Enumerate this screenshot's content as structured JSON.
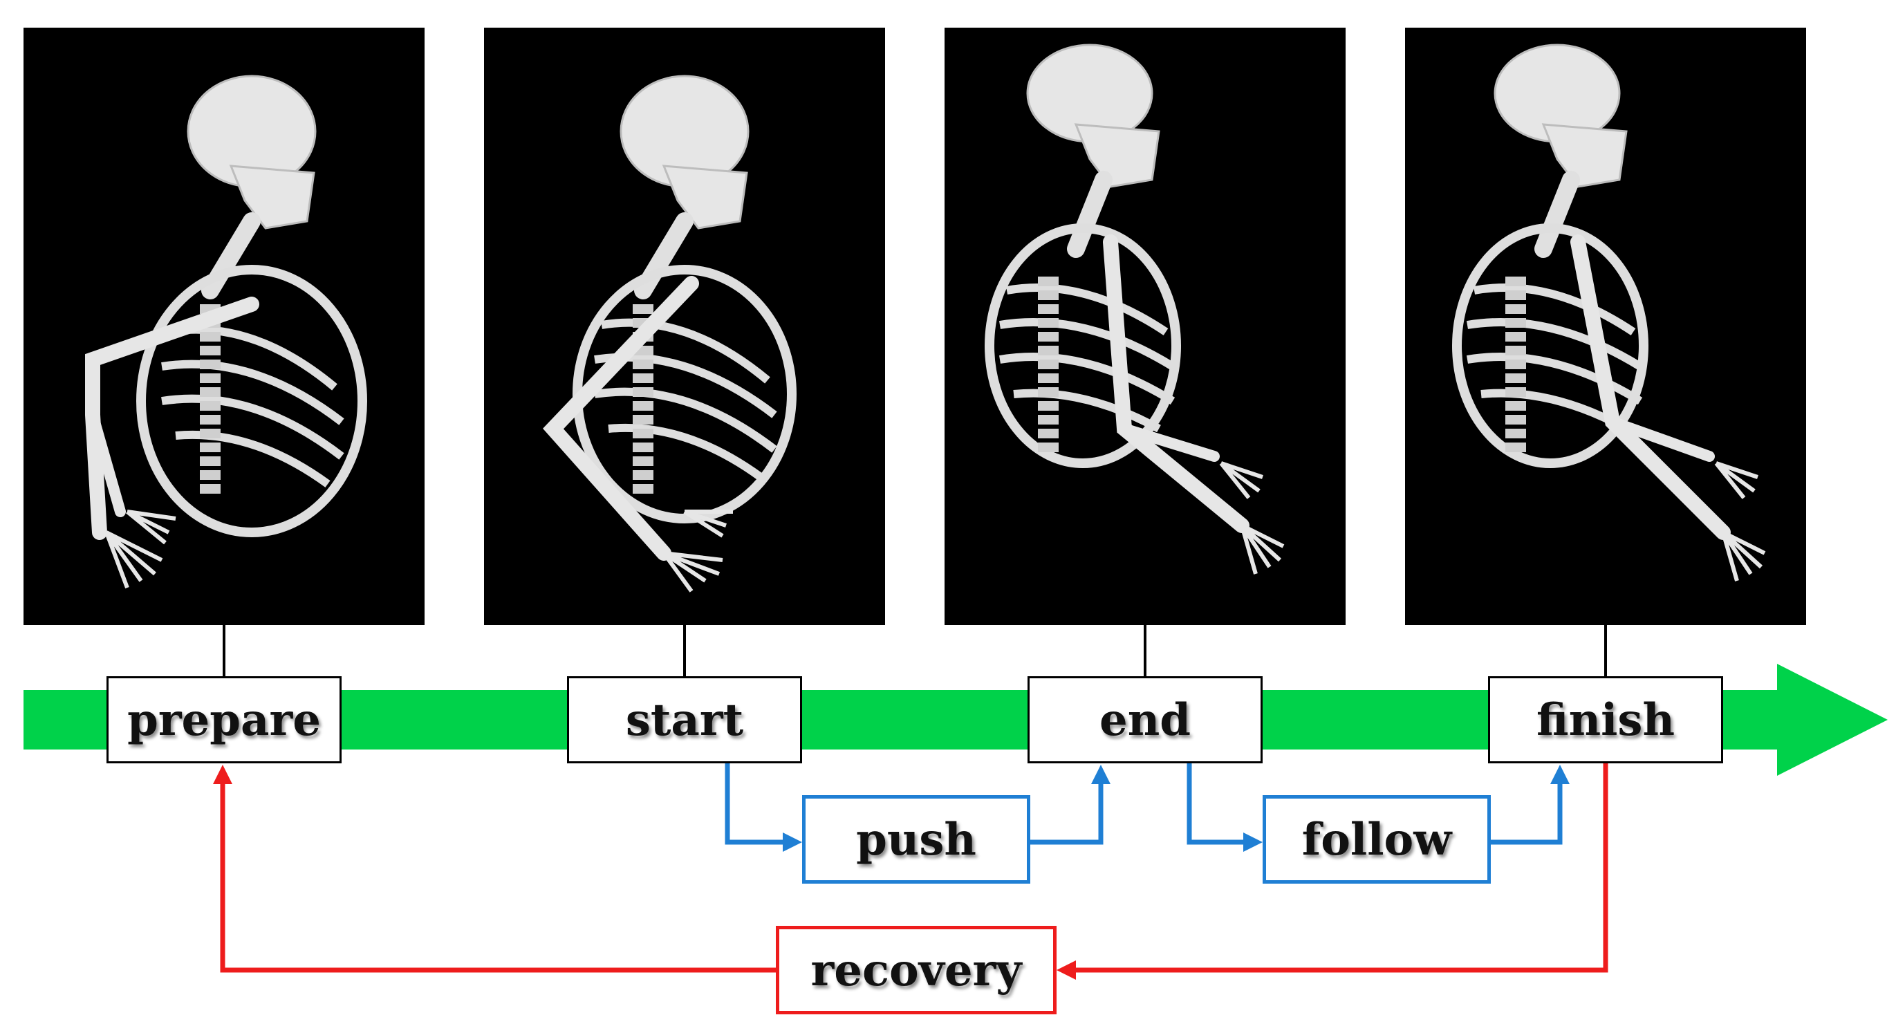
{
  "stages": [
    {
      "id": "prepare",
      "label": "prepare",
      "image": "skeleton-prepare-pose"
    },
    {
      "id": "start",
      "label": "start",
      "image": "skeleton-start-pose"
    },
    {
      "id": "end",
      "label": "end",
      "image": "skeleton-end-pose"
    },
    {
      "id": "finish",
      "label": "finish",
      "image": "skeleton-finish-pose"
    }
  ],
  "transitions": {
    "push": "push",
    "follow": "follow",
    "recovery": "recovery"
  },
  "colors": {
    "timeline_arrow": "#00d24a",
    "push_follow": "#1f7fd4",
    "recovery": "#ee1c1c",
    "panel_bg": "#000000"
  }
}
